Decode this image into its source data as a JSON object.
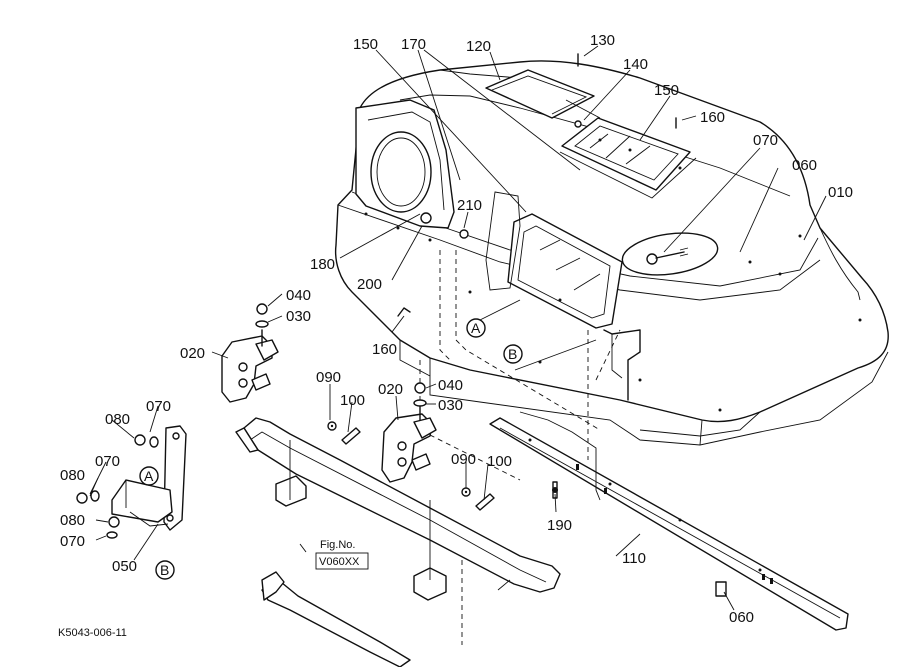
{
  "diagram": {
    "figure_code": "K5043-006-11",
    "reference_box": {
      "line1": "Fig.No.",
      "line2": "V060XX"
    },
    "reference_markers": {
      "a": "A",
      "b": "B"
    },
    "part_labels": {
      "p010": "010",
      "p020_left": "020",
      "p020_mid": "020",
      "p030_left": "030",
      "p030_mid": "030",
      "p040_left": "040",
      "p040_mid": "040",
      "p050": "050",
      "p060_top": "060",
      "p060_bottom": "060",
      "p070_top": "070",
      "p070_bracket_top": "070",
      "p070_bracket_mid": "070",
      "p070_bracket_low": "070",
      "p080_top": "080",
      "p080_mid": "080",
      "p080_low": "080",
      "p090_left": "090",
      "p090_mid": "090",
      "p100_left": "100",
      "p100_mid": "100",
      "p110": "110",
      "p120": "120",
      "p130": "130",
      "p140": "140",
      "p150_top": "150",
      "p150_right": "150",
      "p160_top": "160",
      "p160_mid": "160",
      "p170": "170",
      "p180": "180",
      "p190": "190",
      "p200": "200",
      "p210": "210"
    }
  }
}
